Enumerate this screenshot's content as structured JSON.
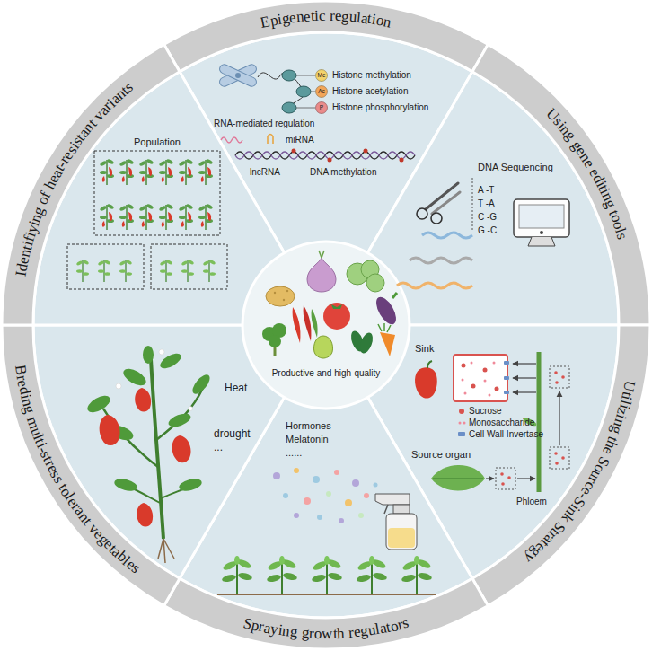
{
  "diagram": {
    "nodes": [
      {
        "text": [
          "Epigenetic regulation"
        ]
      },
      {
        "text": [
          "Using gene editing tools"
        ]
      },
      {
        "text": [
          "Utilizing the Source-Sink Strategy"
        ]
      },
      {
        "text": [
          "Spraying growth regulators"
        ]
      },
      {
        "text": [
          "Breding multi-stress tolerant vegetables"
        ]
      },
      {
        "text": [
          "Identifiying of heat-resistant variants"
        ]
      },
      {
        "text": [
          "Productive and high-quality"
        ]
      }
    ],
    "labels": [
      "Population",
      "Histone methylation",
      "Histone acetylation",
      "Histone phosphorylation",
      "Me",
      "Ac",
      "P",
      "RNA-mediated regulation",
      "miRNA",
      "lncRNA",
      "DNA methylation",
      "DNA Sequencing",
      "A -T",
      "T -A",
      "C -G",
      "G -C",
      "Sink",
      "Sucrose",
      "Monosaccharide",
      "Cell Wall Invertase",
      "Source organ",
      "Phloem",
      "Hormones",
      "Melatonin",
      "......",
      "Heat",
      "drought",
      "..."
    ]
  }
}
